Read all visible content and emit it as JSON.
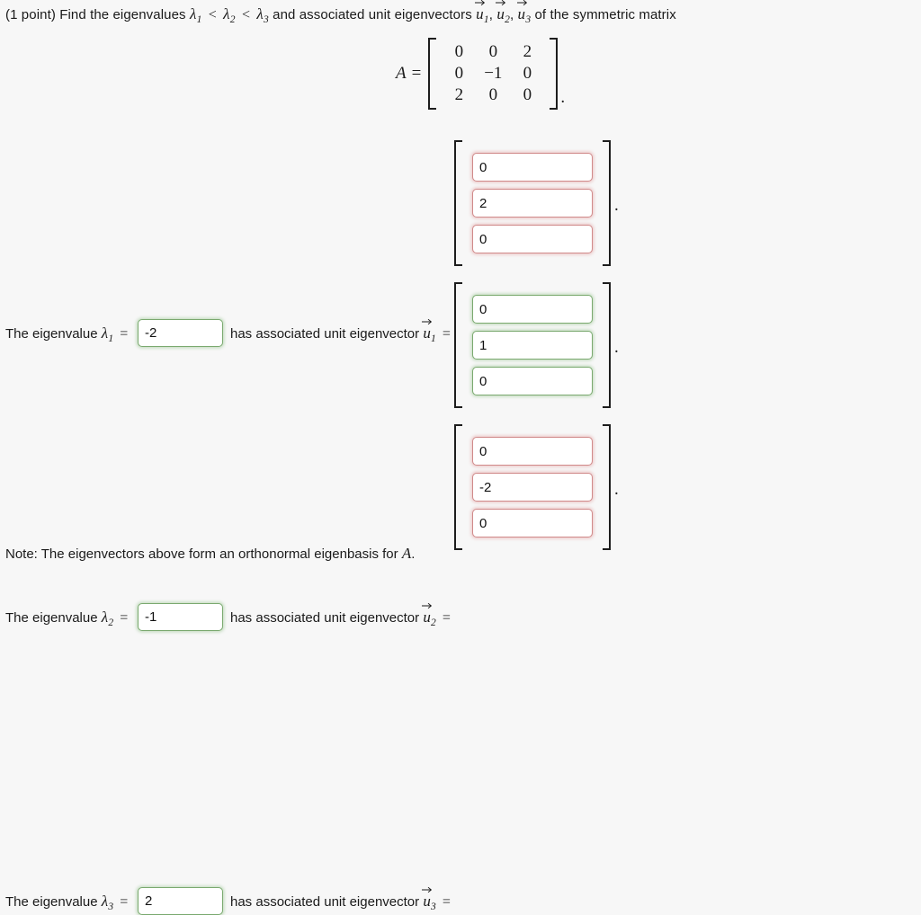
{
  "prompt": {
    "points": "(1 point)",
    "text_1": "Find the eigenvalues",
    "lambda": "λ",
    "lt": "<",
    "text_2": "and associated unit eigenvectors",
    "u": "u",
    "comma": ",",
    "text_3": "of the symmetric matrix"
  },
  "matrix": {
    "name": "A",
    "equals": "=",
    "rows": [
      [
        "0",
        "0",
        "2"
      ],
      [
        "0",
        "−1",
        "0"
      ],
      [
        "2",
        "0",
        "0"
      ]
    ],
    "period": "."
  },
  "rows": [
    {
      "label_prefix": "The eigenvalue",
      "lambda": "λ",
      "index": "1",
      "equals": "=",
      "eigenvalue_value": "-2",
      "eigenvalue_status": "correct",
      "mid_text": "has associated unit eigenvector",
      "vec_symbol": "u",
      "vec_index": "1",
      "vec_equals": "=",
      "vector_values": [
        "0",
        "2",
        "0"
      ],
      "vector_status": "incorrect",
      "period": "."
    },
    {
      "label_prefix": "The eigenvalue",
      "lambda": "λ",
      "index": "2",
      "equals": "=",
      "eigenvalue_value": "-1",
      "eigenvalue_status": "correct",
      "mid_text": "has associated unit eigenvector",
      "vec_symbol": "u",
      "vec_index": "2",
      "vec_equals": "=",
      "vector_values": [
        "0",
        "1",
        "0"
      ],
      "vector_status": "correct",
      "period": "."
    },
    {
      "label_prefix": "The eigenvalue",
      "lambda": "λ",
      "index": "3",
      "equals": "=",
      "eigenvalue_value": "2",
      "eigenvalue_status": "correct",
      "mid_text": "has associated unit eigenvector",
      "vec_symbol": "u",
      "vec_index": "3",
      "vec_equals": "=",
      "vector_values": [
        "0",
        "-2",
        "0"
      ],
      "vector_status": "incorrect",
      "period": "."
    }
  ],
  "note": {
    "text_before": "Note: The eigenvectors above form an orthonormal eigenbasis for",
    "symbol": "A",
    "period": "."
  },
  "colors": {
    "background": "#f7f7f7",
    "correct_border": "#7aa96f",
    "incorrect_border": "#d08a8a",
    "text": "#1a1a1a",
    "input_background": "#ffffff"
  }
}
